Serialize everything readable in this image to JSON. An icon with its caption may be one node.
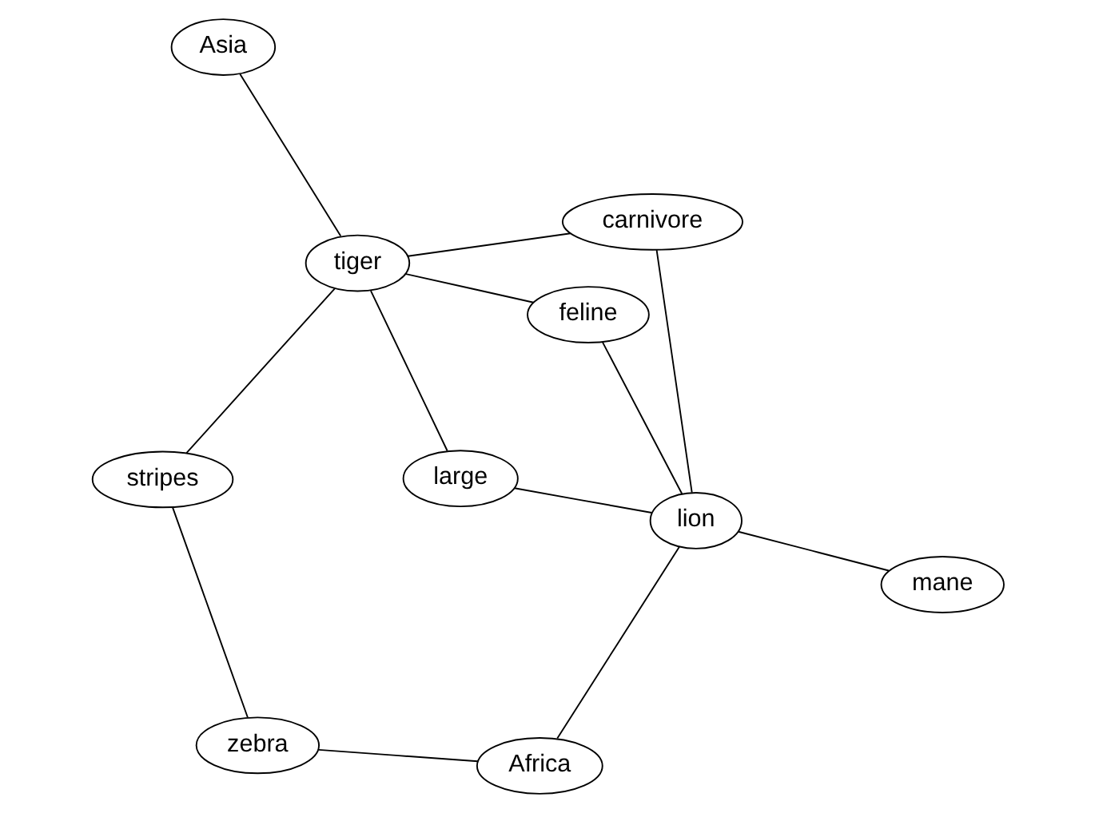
{
  "diagram": {
    "nodes": [
      {
        "text": [
          "Asia"
        ]
      },
      {
        "text": [
          "carnivore"
        ]
      },
      {
        "text": [
          "large"
        ]
      },
      {
        "text": [
          "stripes"
        ]
      },
      {
        "text": [
          "lion"
        ]
      },
      {
        "text": [
          "tiger"
        ]
      },
      {
        "text": [
          "zebra"
        ]
      },
      {
        "text": [
          "mane"
        ]
      },
      {
        "text": [
          "feline"
        ]
      },
      {
        "text": [
          "Africa"
        ]
      }
    ],
    "edges": [
      {
        "from": 2,
        "to": 4,
        "arrow": "none"
      },
      {
        "from": 2,
        "to": 5,
        "arrow": "none"
      },
      {
        "from": 1,
        "to": 4,
        "arrow": "none"
      },
      {
        "from": 1,
        "to": 5,
        "arrow": "none"
      },
      {
        "from": 0,
        "to": 5,
        "arrow": "none"
      },
      {
        "from": 3,
        "to": 5,
        "arrow": "none"
      },
      {
        "from": 3,
        "to": 6,
        "arrow": "none"
      },
      {
        "from": 4,
        "to": 7,
        "arrow": "none"
      },
      {
        "from": 4,
        "to": 8,
        "arrow": "none"
      },
      {
        "from": 4,
        "to": 9,
        "arrow": "none"
      },
      {
        "from": 5,
        "to": 8,
        "arrow": "none"
      },
      {
        "from": 6,
        "to": 9,
        "arrow": "none"
      }
    ]
  }
}
